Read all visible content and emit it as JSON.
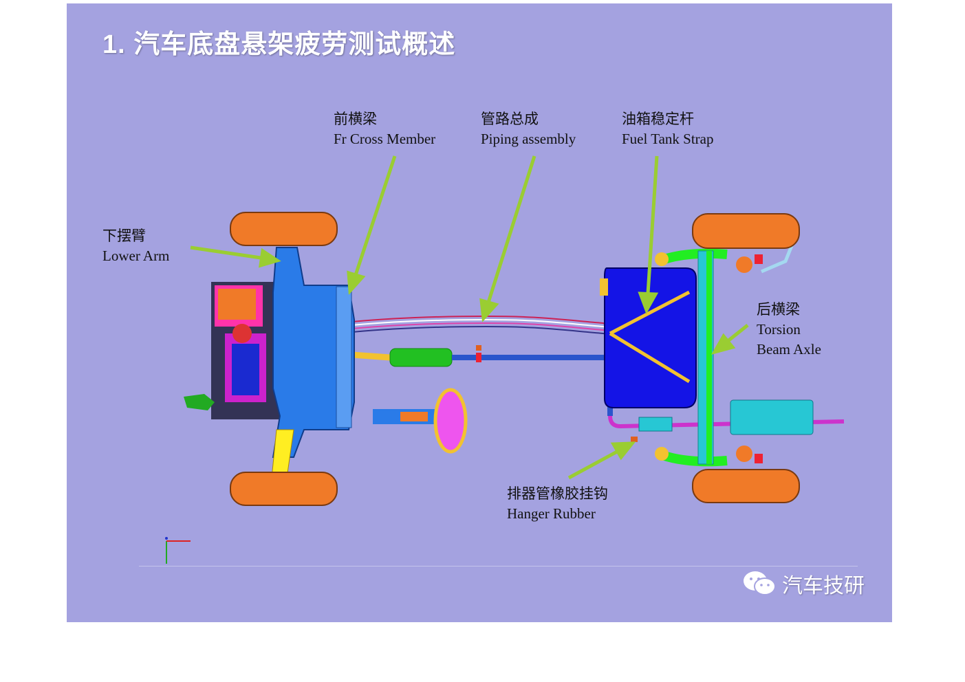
{
  "slide": {
    "title": "1. 汽车底盘悬架疲劳测试概述",
    "background": "#a4a2e0"
  },
  "callouts": [
    {
      "id": "fr-cross-member",
      "cn": "前横梁",
      "en": "Fr Cross Member"
    },
    {
      "id": "piping-assembly",
      "cn": "管路总成",
      "en": "Piping assembly"
    },
    {
      "id": "fuel-tank-strap",
      "cn": "油箱稳定杆",
      "en": "Fuel Tank Strap"
    },
    {
      "id": "lower-arm",
      "cn": "下摆臂",
      "en": "Lower Arm"
    },
    {
      "id": "torsion-beam-axle",
      "cn": "后横梁",
      "en": [
        "Torsion",
        "Beam Axle"
      ]
    },
    {
      "id": "hanger-rubber",
      "cn": "排器管橡胶挂钩",
      "en": "Hanger Rubber"
    }
  ],
  "watermark": {
    "text": "汽车技研",
    "icon": "wechat-icon"
  },
  "colors": {
    "arrow": "#9acd32",
    "tire": "#f07a28",
    "subframe": "#2a7be8",
    "fuel_tank": "#1414e6",
    "rear_axle": "#22ee22",
    "muffler": "#27c7d4",
    "catalyst": "#22c022"
  }
}
